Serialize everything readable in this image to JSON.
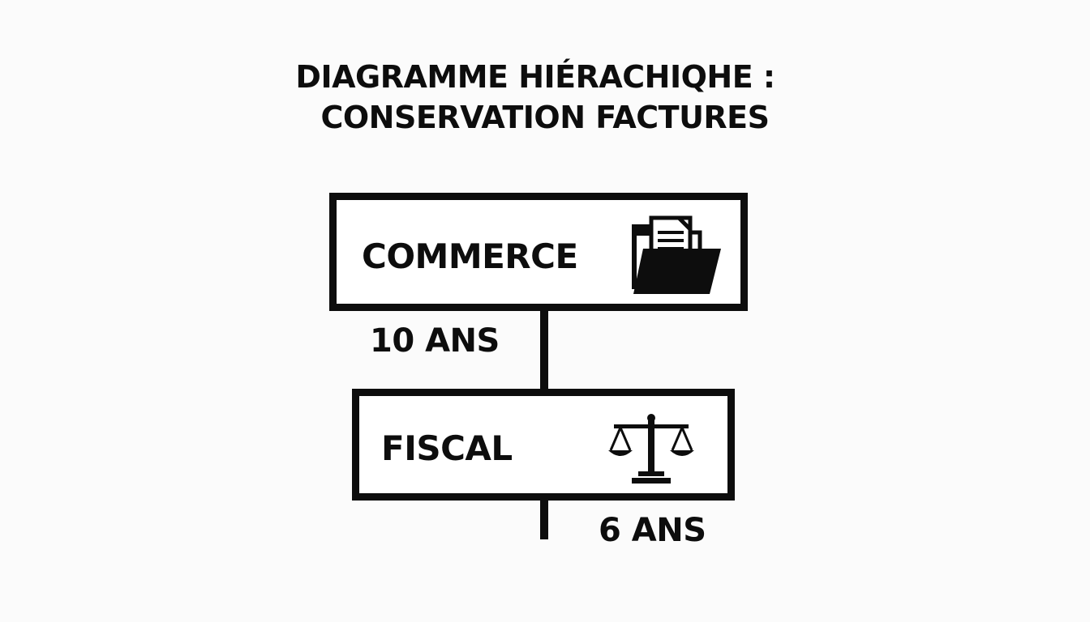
{
  "diagram": {
    "title_line1": "DIAGRAMME HIÉRACHIQHE :",
    "title_line2": "CONSERVATION FACTURES",
    "nodes": [
      {
        "label": "COMMERCE",
        "icon": "folder-icon"
      },
      {
        "label": "FISCAL",
        "icon": "scales-icon"
      }
    ],
    "durations": [
      {
        "text": "10 ANS"
      },
      {
        "text": "6 ANS"
      }
    ]
  },
  "colors": {
    "background": "#fbfbfb",
    "stroke": "#0d0d0d",
    "box_fill": "#ffffff"
  }
}
